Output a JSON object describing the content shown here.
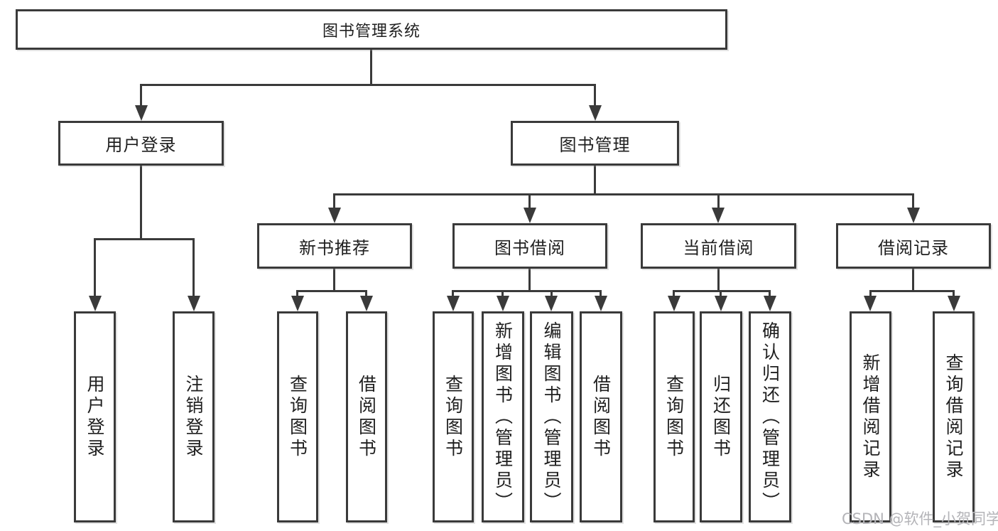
{
  "diagram": {
    "type": "tree",
    "title": "图书管理系统",
    "watermark": "CSDN @软件_小贺同学",
    "colors": {
      "line": "#3a3a3a",
      "text": "#1f1f1f",
      "background": "#ffffff",
      "watermark": "#b4b4b8"
    },
    "nodes": {
      "root": {
        "label": "图书管理系统",
        "level": 1,
        "parent": null
      },
      "user_login": {
        "label": "用户登录",
        "level": 2,
        "parent": "root"
      },
      "book_mgmt": {
        "label": "图书管理",
        "level": 2,
        "parent": "root"
      },
      "new_book": {
        "label": "新书推荐",
        "level": 3,
        "parent": "book_mgmt"
      },
      "book_borrow": {
        "label": "图书借阅",
        "level": 3,
        "parent": "book_mgmt"
      },
      "current_borrow": {
        "label": "当前借阅",
        "level": 3,
        "parent": "book_mgmt"
      },
      "borrow_record": {
        "label": "借阅记录",
        "level": 3,
        "parent": "book_mgmt"
      },
      "ul_login": {
        "label": "用户登录",
        "level": 4,
        "parent": "user_login"
      },
      "ul_logout": {
        "label": "注销登录",
        "level": 4,
        "parent": "user_login"
      },
      "nb_query": {
        "label": "查询图书",
        "level": 4,
        "parent": "new_book"
      },
      "nb_borrow": {
        "label": "借阅图书",
        "level": 4,
        "parent": "new_book"
      },
      "bb_query": {
        "label": "查询图书",
        "level": 4,
        "parent": "book_borrow"
      },
      "bb_add": {
        "label": "新增图书（管理员）",
        "level": 4,
        "parent": "book_borrow"
      },
      "bb_edit": {
        "label": "编辑图书（管理员）",
        "level": 4,
        "parent": "book_borrow"
      },
      "bb_borrow": {
        "label": "借阅图书",
        "level": 4,
        "parent": "book_borrow"
      },
      "cb_query": {
        "label": "查询图书",
        "level": 4,
        "parent": "current_borrow"
      },
      "cb_return": {
        "label": "归还图书",
        "level": 4,
        "parent": "current_borrow"
      },
      "cb_confirm": {
        "label": "确认归还（管理员）",
        "level": 4,
        "parent": "current_borrow"
      },
      "br_add": {
        "label": "新增借阅记录",
        "level": 4,
        "parent": "borrow_record"
      },
      "br_query": {
        "label": "查询借阅记录",
        "level": 4,
        "parent": "borrow_record"
      }
    }
  }
}
